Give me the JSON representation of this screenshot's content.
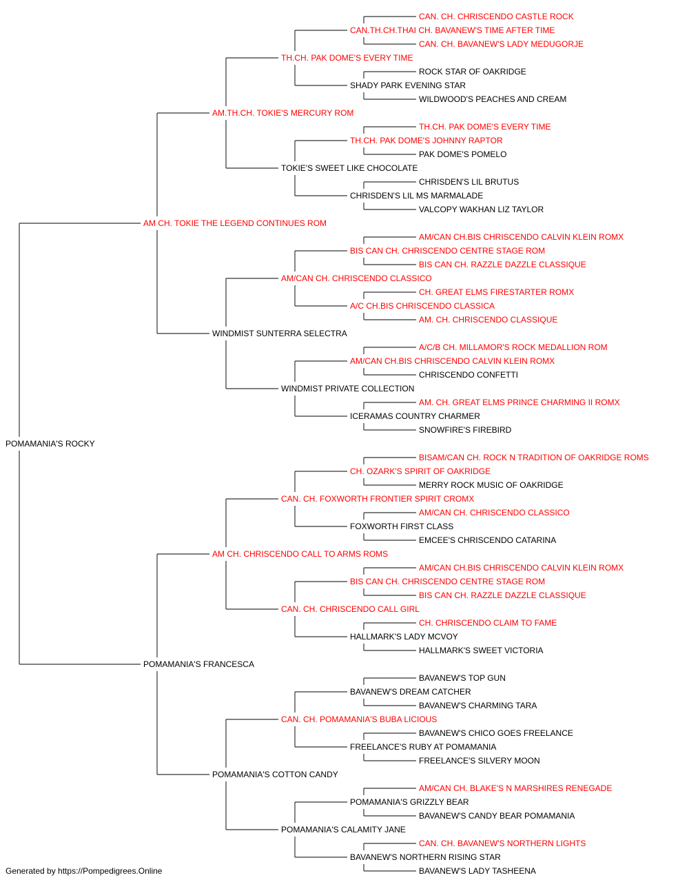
{
  "colors": {
    "title_color": "#ff0000",
    "plain_color": "#000000",
    "line_color": "#333333"
  },
  "footer": "Generated by https://Pompedigrees.Online",
  "pedigree": {
    "name": "POMAMANIA'S ROCKY",
    "titled": false,
    "sire": {
      "name": "AM CH. TOKIE THE LEGEND CONTINUES ROM",
      "titled": true,
      "sire": {
        "name": "AM.TH.CH. TOKIE'S MERCURY ROM",
        "titled": true,
        "sire": {
          "name": "TH.CH. PAK DOME'S EVERY TIME",
          "titled": true,
          "sire": {
            "name": "CAN.TH.CH.THAI CH. BAVANEW'S TIME AFTER TIME",
            "titled": true,
            "sire": {
              "name": "CAN. CH. CHRISCENDO CASTLE ROCK",
              "titled": true
            },
            "dam": {
              "name": "CAN. CH. BAVANEW'S LADY MEDUGORJE",
              "titled": true
            }
          },
          "dam": {
            "name": "SHADY PARK EVENING STAR",
            "titled": false,
            "sire": {
              "name": "ROCK STAR OF OAKRIDGE",
              "titled": false
            },
            "dam": {
              "name": "WILDWOOD'S PEACHES AND CREAM",
              "titled": false
            }
          }
        },
        "dam": {
          "name": "TOKIE'S SWEET LIKE CHOCOLATE",
          "titled": false,
          "sire": {
            "name": "TH.CH. PAK DOME'S JOHNNY RAPTOR",
            "titled": true,
            "sire": {
              "name": "TH.CH. PAK DOME'S EVERY TIME",
              "titled": true
            },
            "dam": {
              "name": "PAK DOME'S POMELO",
              "titled": false
            }
          },
          "dam": {
            "name": "CHRISDEN'S LIL MS MARMALADE",
            "titled": false,
            "sire": {
              "name": "CHRISDEN'S LIL BRUTUS",
              "titled": false
            },
            "dam": {
              "name": "VALCOPY WAKHAN LIZ TAYLOR",
              "titled": false
            }
          }
        }
      },
      "dam": {
        "name": "WINDMIST SUNTERRA SELECTRA",
        "titled": false,
        "sire": {
          "name": "AM/CAN CH. CHRISCENDO CLASSICO",
          "titled": true,
          "sire": {
            "name": "BIS CAN CH. CHRISCENDO CENTRE STAGE ROM",
            "titled": true,
            "sire": {
              "name": "AM/CAN CH.BIS CHRISCENDO CALVIN KLEIN ROMX",
              "titled": true
            },
            "dam": {
              "name": "BIS CAN CH. RAZZLE DAZZLE CLASSIQUE",
              "titled": true
            }
          },
          "dam": {
            "name": "A/C CH.BIS CHRISCENDO CLASSICA",
            "titled": true,
            "sire": {
              "name": "CH. GREAT ELMS FIRESTARTER ROMX",
              "titled": true
            },
            "dam": {
              "name": "AM. CH. CHRISCENDO CLASSIQUE",
              "titled": true
            }
          }
        },
        "dam": {
          "name": "WINDMIST PRIVATE COLLECTION",
          "titled": false,
          "sire": {
            "name": "AM/CAN CH.BIS CHRISCENDO CALVIN KLEIN ROMX",
            "titled": true,
            "sire": {
              "name": "A/C/B CH. MILLAMOR'S ROCK MEDALLION ROM",
              "titled": true
            },
            "dam": {
              "name": "CHRISCENDO CONFETTI",
              "titled": false
            }
          },
          "dam": {
            "name": "ICERAMAS COUNTRY CHARMER",
            "titled": false,
            "sire": {
              "name": "AM. CH. GREAT ELMS PRINCE CHARMING II ROMX",
              "titled": true
            },
            "dam": {
              "name": "SNOWFIRE'S FIREBIRD",
              "titled": false
            }
          }
        }
      }
    },
    "dam": {
      "name": "POMAMANIA'S FRANCESCA",
      "titled": false,
      "sire": {
        "name": "AM CH. CHRISCENDO CALL TO ARMS ROMS",
        "titled": true,
        "sire": {
          "name": "CAN. CH. FOXWORTH FRONTIER SPIRIT CROMX",
          "titled": true,
          "sire": {
            "name": "CH. OZARK'S SPIRIT OF OAKRIDGE",
            "titled": true,
            "sire": {
              "name": "BISAM/CAN CH. ROCK N TRADITION OF OAKRIDGE ROMS",
              "titled": true
            },
            "dam": {
              "name": "MERRY ROCK MUSIC OF OAKRIDGE",
              "titled": false
            }
          },
          "dam": {
            "name": "FOXWORTH FIRST CLASS",
            "titled": false,
            "sire": {
              "name": "AM/CAN CH. CHRISCENDO CLASSICO",
              "titled": true
            },
            "dam": {
              "name": "EMCEE'S CHRISCENDO CATARINA",
              "titled": false
            }
          }
        },
        "dam": {
          "name": "CAN. CH. CHRISCENDO CALL GIRL",
          "titled": true,
          "sire": {
            "name": "BIS CAN CH. CHRISCENDO CENTRE STAGE ROM",
            "titled": true,
            "sire": {
              "name": "AM/CAN CH.BIS CHRISCENDO CALVIN KLEIN ROMX",
              "titled": true
            },
            "dam": {
              "name": "BIS CAN CH. RAZZLE DAZZLE CLASSIQUE",
              "titled": true
            }
          },
          "dam": {
            "name": "HALLMARK'S LADY MCVOY",
            "titled": false,
            "sire": {
              "name": "CH. CHRISCENDO CLAIM TO FAME",
              "titled": true
            },
            "dam": {
              "name": "HALLMARK'S SWEET VICTORIA",
              "titled": false
            }
          }
        }
      },
      "dam": {
        "name": "POMAMANIA'S COTTON CANDY",
        "titled": false,
        "sire": {
          "name": "CAN. CH. POMAMANIA'S BUBA LICIOUS",
          "titled": true,
          "sire": {
            "name": "BAVANEW'S DREAM CATCHER",
            "titled": false,
            "sire": {
              "name": "BAVANEW'S TOP GUN",
              "titled": false
            },
            "dam": {
              "name": "BAVANEW'S CHARMING TARA",
              "titled": false
            }
          },
          "dam": {
            "name": "FREELANCE'S RUBY AT POMAMANIA",
            "titled": false,
            "sire": {
              "name": "BAVANEW'S CHICO GOES FREELANCE",
              "titled": false
            },
            "dam": {
              "name": "FREELANCE'S SILVERY MOON",
              "titled": false
            }
          }
        },
        "dam": {
          "name": "POMAMANIA'S CALAMITY JANE",
          "titled": false,
          "sire": {
            "name": "POMAMANIA'S GRIZZLY BEAR",
            "titled": false,
            "sire": {
              "name": "AM/CAN CH. BLAKE'S N MARSHIRES RENEGADE",
              "titled": true
            },
            "dam": {
              "name": "BAVANEW'S CANDY BEAR POMAMANIA",
              "titled": false
            }
          },
          "dam": {
            "name": "BAVANEW'S NORTHERN RISING STAR",
            "titled": false,
            "sire": {
              "name": "CAN. CH. BAVANEW'S NORTHERN LIGHTS",
              "titled": true
            },
            "dam": {
              "name": "BAVANEW'S LADY TASHEENA",
              "titled": false
            }
          }
        }
      }
    }
  }
}
